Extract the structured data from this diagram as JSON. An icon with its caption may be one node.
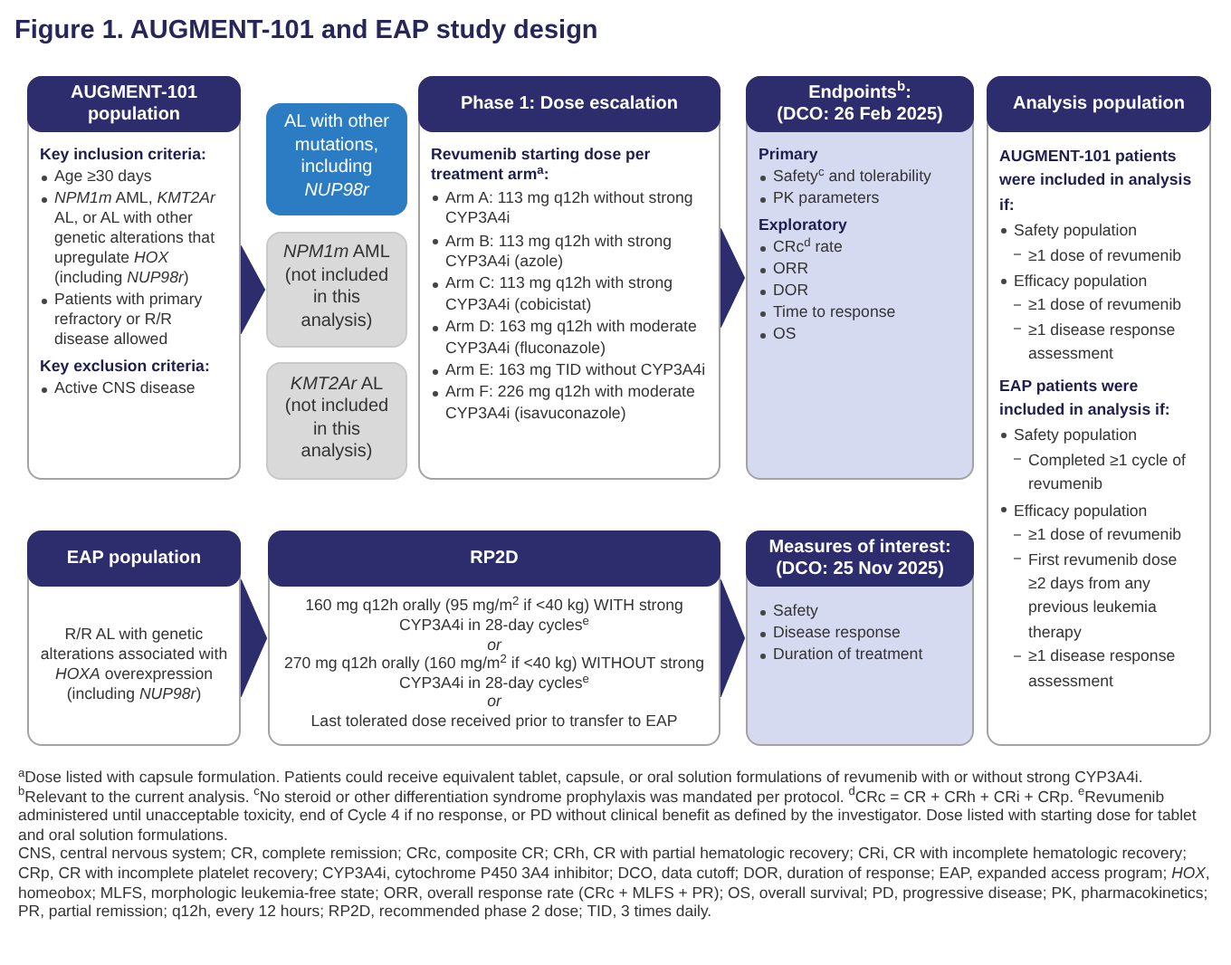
{
  "diagram": {
    "title": "Figure 1. AUGMENT-101 and EAP study design",
    "nodes": [
      {
        "text": [
          "AUGMENT-101 population",
          "Key inclusion criteria:",
          "Age ≥30 days",
          "*NPM1m* AML, *KMT2Ar* AL, or AL with other genetic alterations that upregulate *HOX* (including *NUP98r*)",
          "Patients with primary refractory or R/R disease allowed",
          "Key exclusion criteria:",
          "Active CNS disease"
        ]
      },
      {
        "text": [
          "AL with other mutations, including *NUP98r*"
        ]
      },
      {
        "text": [
          "*NPM1m* AML (not included in this analysis)"
        ]
      },
      {
        "text": [
          "*KMT2Ar* AL (not included in this analysis)"
        ]
      },
      {
        "text": [
          "Phase 1: Dose escalation",
          "Revumenib starting dose per treatment arm$^{a}$:",
          "Arm A: 113 mg q12h without strong CYP3A4i",
          "Arm B: 113 mg q12h with strong CYP3A4i (azole)",
          "Arm C: 113 mg q12h with strong CYP3A4i (cobicistat)",
          "Arm D: 163 mg q12h with moderate CYP3A4i (fluconazole)",
          "Arm E: 163 mg TID without CYP3A4i",
          "Arm F: 226 mg q12h with moderate CYP3A4i (isavuconazole)"
        ]
      },
      {
        "text": [
          "Endpoints$^{b}$:",
          "(DCO: 26 Feb 2025)",
          "Primary",
          "Safety$^{c}$ and tolerability",
          "PK parameters",
          "Exploratory",
          "CRc$^{d}$ rate",
          "ORR",
          "DOR",
          "Time to response",
          "OS"
        ]
      },
      {
        "text": [
          "Analysis population",
          "AUGMENT-101 patients were included in analysis if:",
          "Safety population",
          "≥1 dose of revumenib",
          "Efficacy population",
          "≥1 dose of revumenib",
          "≥1 disease response assessment",
          "EAP patients were included in analysis if:",
          "Safety population",
          "Completed ≥1 cycle of revumenib",
          "Efficacy population",
          "≥1 dose of revumenib",
          "First revumenib dose ≥2 days from any previous leukemia therapy",
          "≥1 disease response assessment"
        ]
      },
      {
        "text": [
          "EAP population",
          "R/R AL with genetic alterations associated with *HOXA* overexpression (including *NUP98r*)"
        ]
      },
      {
        "text": [
          "RP2D",
          "160 mg q12h orally (95 mg/m$^{2}$ if <40 kg) WITH strong CYP3A4i in 28-day cycles$^{e}$",
          "or",
          "270 mg q12h orally (160 mg/m$^{2}$ if <40 kg) WITHOUT strong CYP3A4i in 28-day cycles$^{e}$",
          "or",
          "Last tolerated dose received prior to transfer to EAP"
        ]
      },
      {
        "text": [
          "Measures of interest:",
          "(DCO: 25 Nov 2025)",
          "Safety",
          "Disease response",
          "Duration of treatment"
        ]
      }
    ],
    "edges": [
      {
        "from": 0,
        "to": 2,
        "arrow": "to"
      },
      {
        "from": 4,
        "to": 5,
        "arrow": "to"
      },
      {
        "from": 7,
        "to": 8,
        "arrow": "to"
      },
      {
        "from": 8,
        "to": 9,
        "arrow": "to"
      }
    ],
    "labels": [
      "$^{a}$Dose listed with capsule formulation. Patients could receive equivalent tablet, capsule, or oral solution formulations of revumenib with or without strong CYP3A4i. $^{b}$Relevant to the current analysis. $^{c}$No steroid or other differentiation syndrome prophylaxis was mandated per protocol. $^{d}$CRc = CR + CRh + CRi + CRp. $^{e}$Revumenib administered until unacceptable toxicity, end of Cycle 4 if no response, or PD without clinical benefit as defined by the investigator. Dose listed with starting dose for tablet and oral solution formulations.",
      "CNS, central nervous system; CR, complete remission; CRc, composite CR; CRh, CR with partial hematologic recovery; CRi, CR with incomplete hematologic recovery; CRp, CR with incomplete platelet recovery; CYP3A4i, cytochrome P450 3A4 inhibitor; DCO, data cutoff; DOR, duration of response; EAP, expanded access program; *HOX*, homeobox; MLFS, morphologic leukemia-free state; ORR, overall response rate (CRc + MLFS + PR); OS, overall survival; PD, progressive disease; PK, pharmacokinetics; PR, partial remission; q12h, every 12 hours; RP2D, recommended phase 2 dose; TID, 3 times daily."
    ]
  }
}
